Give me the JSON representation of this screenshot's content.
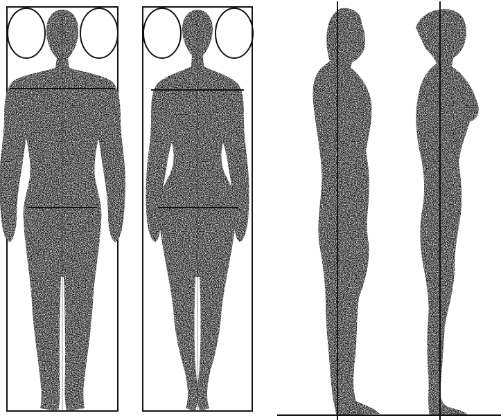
{
  "figure": {
    "panels": [
      {
        "id": "front-male",
        "view": "front",
        "figure": "male",
        "frame": true,
        "ovals": 2
      },
      {
        "id": "front-female",
        "view": "front",
        "figure": "female",
        "frame": true,
        "ovals": 2
      },
      {
        "id": "side-male",
        "view": "side",
        "figure": "male",
        "plumb_line": true
      },
      {
        "id": "side-female",
        "view": "side",
        "figure": "female",
        "plumb_line": true
      }
    ],
    "colors": {
      "ink": "#111111",
      "paper": "#ffffff",
      "speckle": "#ffffff"
    },
    "ground_line": true
  }
}
